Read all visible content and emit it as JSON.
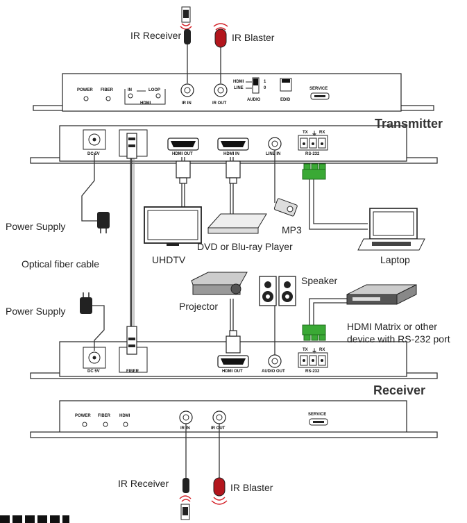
{
  "labels": {
    "ir_receiver_top": "IR Receiver",
    "ir_blaster_top": "IR Blaster",
    "transmitter": "Transmitter",
    "receiver": "Receiver",
    "power_supply_1": "Power Supply",
    "power_supply_2": "Power Supply",
    "optical_fiber_cable": "Optical fiber cable",
    "mp3": "MP3",
    "dvd_player": "DVD or Blu-ray Player",
    "uhdtv": "UHDTV",
    "laptop": "Laptop",
    "projector": "Projector",
    "speaker": "Speaker",
    "hdmi_matrix": "HDMI Matrix or other",
    "hdmi_matrix_2": "device with RS-232 port",
    "ir_receiver_bottom": "IR Receiver",
    "ir_blaster_bottom": "IR Blaster"
  },
  "tx_front": {
    "power": "POWER",
    "fiber": "FIBER",
    "in": "IN",
    "loop": "LOOP",
    "hdmi": "HDMI",
    "ir_in": "IR IN",
    "ir_out": "IR OUT",
    "switch_hdmi": "HDMI",
    "switch_line": "LINE",
    "switch_1": "1",
    "switch_0": "0",
    "audio": "AUDIO",
    "edid": "EDID",
    "service": "SERVICE"
  },
  "tx_rear": {
    "dc5v": "DC 5V",
    "hdmi_out": "HDMI OUT",
    "hdmi_in": "HDMI IN",
    "line_in": "LINE  IN",
    "rs232": "RS-232",
    "tx": "TX",
    "rx": "RX"
  },
  "rx_rear": {
    "dc5v": "DC 5V",
    "fiber": "FIBER",
    "hdmi_out": "HDMI OUT",
    "audio_out": "AUDIO OUT",
    "rs232": "RS-232",
    "tx": "TX",
    "rx": "RX"
  },
  "rx_front": {
    "power": "POWER",
    "fiber": "FIBER",
    "hdmi": "HDMI",
    "ir_in": "IR IN",
    "ir_out": "IR OUT",
    "service": "SERVICE"
  },
  "colors": {
    "device_outline": "#222222",
    "green_connector": "#3aa935",
    "ir_red": "#d42027"
  }
}
